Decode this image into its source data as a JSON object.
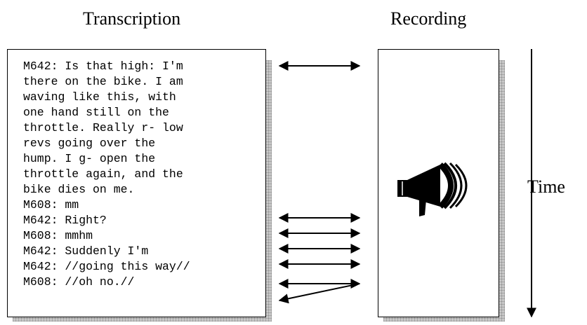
{
  "headings": {
    "transcription": "Transcription",
    "recording": "Recording",
    "time": "Time"
  },
  "transcript_lines": [
    "M642: Is that high: I'm",
    "there on the bike. I am",
    "waving like this, with",
    "one hand still on the",
    "throttle. Really r- low",
    "revs going over the",
    "hump. I g- open the",
    "throttle again, and the",
    "bike dies on me.",
    "M608: mm",
    "M642: Right?",
    "M608: mmhm",
    "M642: Suddenly I'm",
    "M642: //going this way//",
    "M608: //oh no.//"
  ],
  "recording_icon": "megaphone-icon"
}
